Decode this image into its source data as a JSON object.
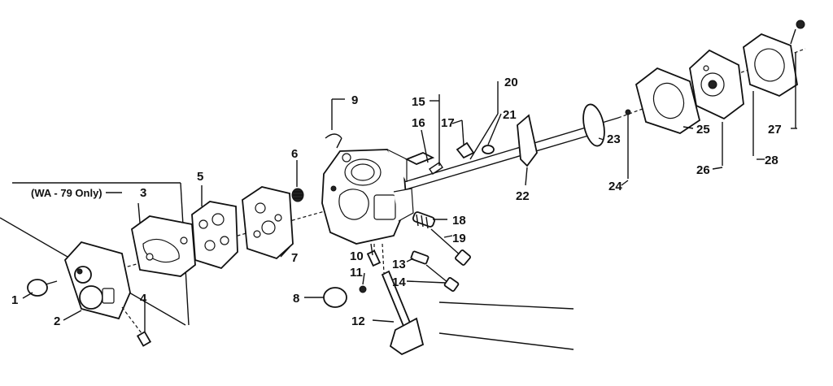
{
  "diagram": {
    "note": "(WA - 79 Only)",
    "callouts": [
      "1",
      "2",
      "3",
      "4",
      "5",
      "6",
      "7",
      "8",
      "9",
      "10",
      "11",
      "12",
      "13",
      "14",
      "15",
      "16",
      "17",
      "18",
      "19",
      "20",
      "21",
      "22",
      "23",
      "24",
      "25",
      "26",
      "27",
      "28"
    ]
  }
}
